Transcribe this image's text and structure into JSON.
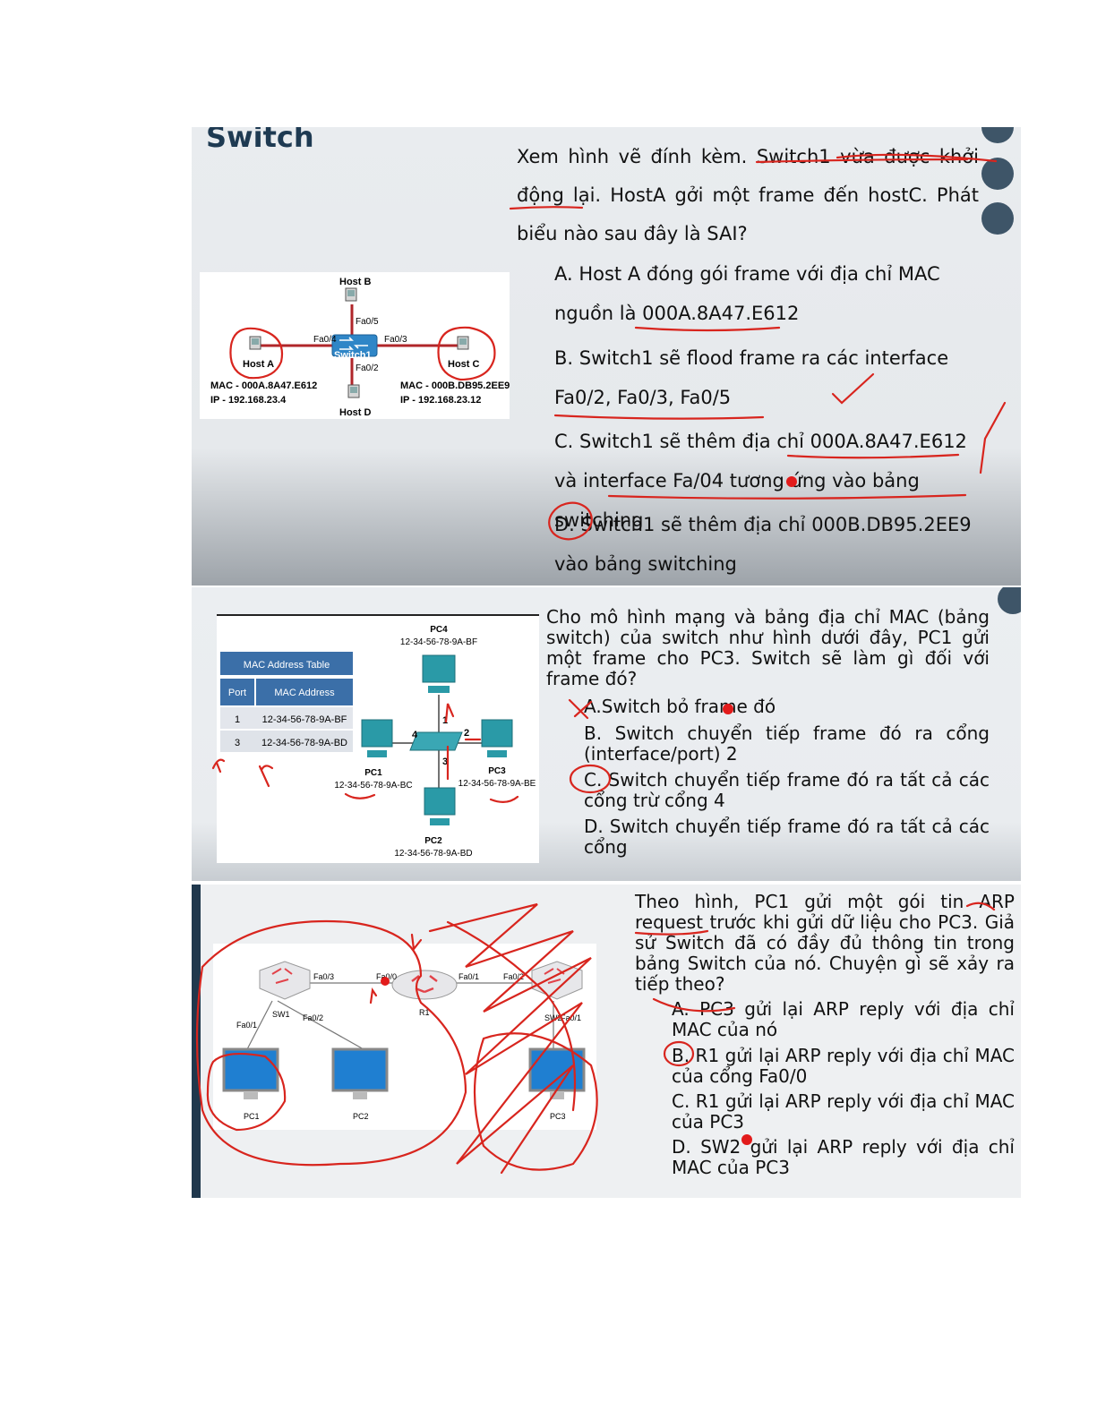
{
  "slide1": {
    "title": "Switch",
    "question": "Xem hình vẽ đính kèm. Switch1 vừa được khởi động lại. HostA gởi một frame đến hostC. Phát biểu nào sau đây là SAI?",
    "options": [
      "A. Host A đóng gói frame với địa chỉ MAC nguồn là 000A.8A47.E612",
      "B. Switch1 sẽ flood frame ra các interface Fa0/2, Fa0/3, Fa0/5",
      "C. Switch1 sẽ thêm địa chỉ 000A.8A47.E612 và interface Fa/04 tương ứng vào bảng switching",
      "D. Switch1 sẽ thêm địa chỉ 000B.DB95.2EE9 vào bảng switching"
    ],
    "diagram": {
      "host_b": "Host B",
      "host_a": "Host A",
      "host_c": "Host C",
      "host_d": "Host D",
      "switch": "Switch1",
      "fa05": "Fa0/5",
      "fa04": "Fa0/4",
      "fa03": "Fa0/3",
      "fa02": "Fa0/2",
      "host_a_mac": "MAC - 000A.8A47.E612",
      "host_a_ip": "IP - 192.168.23.4",
      "host_c_mac": "MAC - 000B.DB95.2EE9",
      "host_c_ip": "IP - 192.168.23.12"
    }
  },
  "slide2": {
    "question": "Cho mô hình mạng và bảng địa chỉ MAC (bảng switch) của switch như hình dưới đây, PC1 gửi một frame cho PC3. Switch sẽ làm gì đối với frame đó?",
    "options": [
      "A.Switch bỏ frame đó",
      "B. Switch chuyển tiếp frame đó ra cổng (interface/port) 2",
      "C. Switch chuyển tiếp frame đó ra tất cả các cổng trừ cổng 4",
      "D. Switch chuyển tiếp frame đó ra tất cả các cổng"
    ],
    "table": {
      "title": "MAC Address Table",
      "headers": [
        "Port",
        "MAC Address"
      ],
      "rows": [
        [
          "1",
          "12-34-56-78-9A-BF"
        ],
        [
          "3",
          "12-34-56-78-9A-BD"
        ]
      ]
    },
    "pcs": {
      "pc4": "PC4",
      "pc4_mac": "12-34-56-78-9A-BF",
      "pc1": "PC1",
      "pc1_mac": "12-34-56-78-9A-BC",
      "pc3": "PC3",
      "pc3_mac": "12-34-56-78-9A-BE",
      "pc2": "PC2",
      "pc2_mac": "12-34-56-78-9A-BD"
    },
    "ports": [
      "1",
      "2",
      "3",
      "4"
    ]
  },
  "slide3": {
    "question": "Theo hình, PC1 gửi một gói tin ARP request trước khi gửi dữ liệu cho PC3. Giả sử Switch đã có đầy đủ thông tin trong bảng Switch của nó. Chuyện gì sẽ xảy ra tiếp theo?",
    "options": [
      "A. PC3 gửi lại ARP reply với địa chỉ MAC của nó",
      "B. R1 gửi lại ARP reply với địa chỉ MAC của cổng Fa0/0",
      "C. R1 gửi lại ARP reply với địa chỉ MAC của PC3",
      "D. SW2 gửi lại ARP reply với địa chỉ MAC của PC3"
    ],
    "diagram": {
      "sw1": "SW1",
      "sw2": "SW2",
      "r1": "R1",
      "pc1": "PC1",
      "pc2": "PC2",
      "pc3": "PC3",
      "sw1_fa03": "Fa0/3",
      "sw1_fa02": "Fa0/2",
      "sw1_fa01": "Fa0/1",
      "r1_fa00": "Fa0/0",
      "r1_fa01": "Fa0/1",
      "sw2_fa02": "Fa0/2",
      "sw2_fa01": "Fa0/1"
    }
  },
  "colors": {
    "title": "#1e3a52",
    "ink": "#d8251e",
    "link": "#b0262a",
    "switch_blue": "#2f86c7",
    "table_header": "#3b6fa8",
    "monitor_teal": "#2a9aa7"
  }
}
